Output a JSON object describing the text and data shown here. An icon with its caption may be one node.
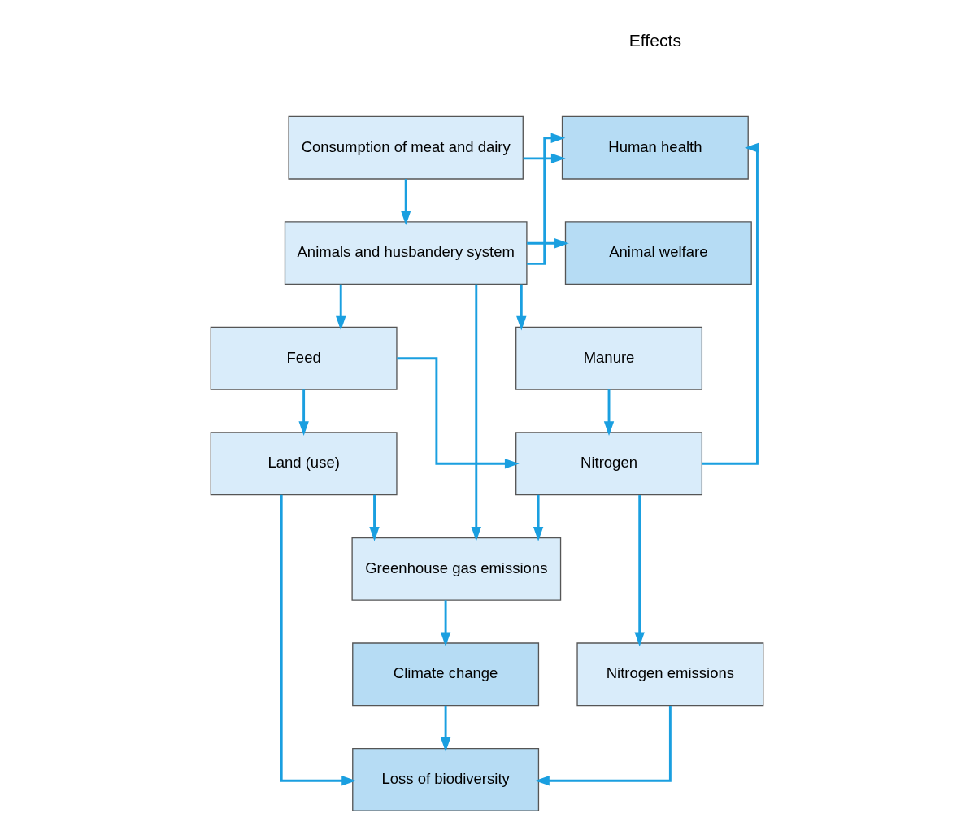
{
  "diagram": {
    "nodes": [
      {
        "text": [
          "Consumption of meat and dairy"
        ]
      },
      {
        "text": [
          "Animals and husbandery system"
        ]
      },
      {
        "text": [
          "Feed"
        ]
      },
      {
        "text": [
          "Manure"
        ]
      },
      {
        "text": [
          "Land (use)"
        ]
      },
      {
        "text": [
          "Nitrogen"
        ]
      },
      {
        "text": [
          "Nitrogen emissions"
        ]
      },
      {
        "text": [
          "Greenhouse gas emissions"
        ]
      },
      {
        "text": [
          "Human health"
        ]
      },
      {
        "text": [
          "Animal welfare"
        ]
      },
      {
        "text": [
          "Climate change"
        ]
      },
      {
        "text": [
          "Loss of biodiversity"
        ]
      }
    ],
    "edges": [
      {
        "from": 0,
        "to": 8,
        "arrow": "to"
      },
      {
        "from": 0,
        "to": 1,
        "arrow": "to"
      },
      {
        "from": 1,
        "to": 8,
        "arrow": "to"
      },
      {
        "from": 5,
        "to": 8,
        "arrow": "to"
      },
      {
        "from": 1,
        "to": 9,
        "arrow": "to"
      },
      {
        "from": 1,
        "to": 7,
        "arrow": "to"
      },
      {
        "from": 1,
        "to": 2,
        "arrow": "to"
      },
      {
        "from": 1,
        "to": 3,
        "arrow": "to"
      },
      {
        "from": 2,
        "to": 4,
        "arrow": "to"
      },
      {
        "from": 2,
        "to": 5,
        "arrow": "to"
      },
      {
        "from": 3,
        "to": 5,
        "arrow": "to"
      },
      {
        "from": 4,
        "to": 7,
        "arrow": "to"
      },
      {
        "from": 5,
        "to": 6,
        "arrow": "to"
      },
      {
        "from": 5,
        "to": 7,
        "arrow": "to"
      },
      {
        "from": 7,
        "to": 10,
        "arrow": "to"
      },
      {
        "from": 10,
        "to": 11,
        "arrow": "to"
      },
      {
        "from": 6,
        "to": 11,
        "arrow": "to"
      },
      {
        "from": 4,
        "to": 11,
        "arrow": "to"
      }
    ],
    "labels": [
      "Effects"
    ]
  }
}
